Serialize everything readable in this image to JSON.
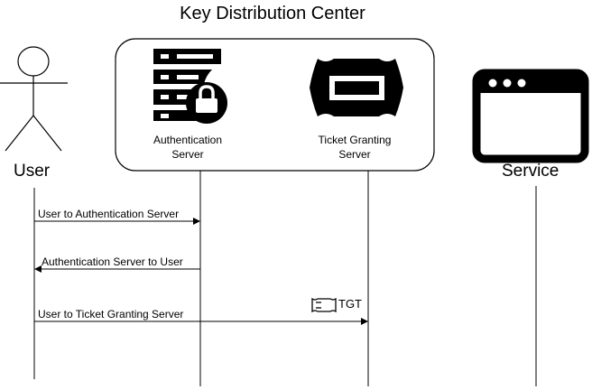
{
  "diagram": {
    "title": "Key Distribution Center",
    "actors": {
      "user": {
        "label": "User",
        "icon": "stick-figure-icon"
      },
      "auth_server": {
        "label_line1": "Authentication",
        "label_line2": "Server",
        "icon": "server-lock-icon"
      },
      "tgs": {
        "label_line1": "Ticket Granting",
        "label_line2": "Server",
        "icon": "ticket-icon"
      },
      "service": {
        "label": "Service",
        "icon": "browser-window-icon"
      }
    },
    "messages": [
      {
        "from": "User",
        "to": "Authentication Server",
        "label": "User to Authentication Server"
      },
      {
        "from": "Authentication Server",
        "to": "User",
        "label": "Authentication Server to User"
      },
      {
        "from": "User",
        "to": "Ticket Granting Server",
        "label": "User to Ticket Granting Server"
      }
    ],
    "ticket_badge": {
      "label": "TGT",
      "icon": "ticket-icon"
    },
    "colors": {
      "ink": "#000000",
      "background": "#ffffff"
    }
  }
}
